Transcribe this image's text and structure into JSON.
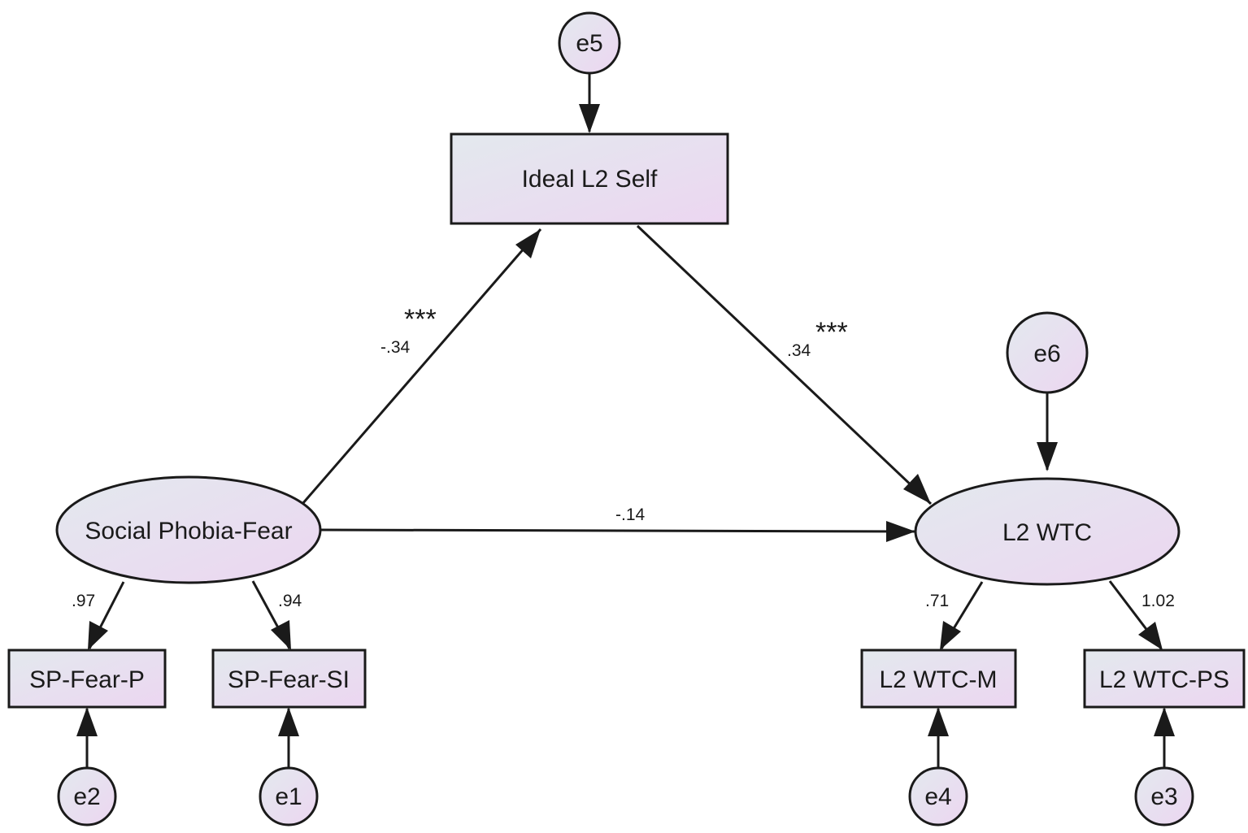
{
  "nodes": {
    "ideal_l2_self": "Ideal L2 Self",
    "social_phobia_fear": "Social Phobia-Fear",
    "l2_wtc": "L2 WTC",
    "sp_fear_p": "SP-Fear-P",
    "sp_fear_si": "SP-Fear-SI",
    "l2_wtc_m": "L2 WTC-M",
    "l2_wtc_ps": "L2 WTC-PS"
  },
  "errors": {
    "e1": "e1",
    "e2": "e2",
    "e3": "e3",
    "e4": "e4",
    "e5": "e5",
    "e6": "e6"
  },
  "paths": {
    "spf_to_ideal": {
      "coef": "-.34",
      "sig": "***"
    },
    "ideal_to_wtc": {
      "coef": ".34",
      "sig": "***"
    },
    "spf_to_wtc": {
      "coef": "-.14"
    },
    "spf_to_p": {
      "coef": ".97"
    },
    "spf_to_si": {
      "coef": ".94"
    },
    "wtc_to_m": {
      "coef": ".71"
    },
    "wtc_to_ps": {
      "coef": "1.02"
    }
  },
  "colors": {
    "fill_start": "#e3e9ee",
    "fill_end": "#ecd6f1",
    "stroke": "#1a1a1a"
  }
}
